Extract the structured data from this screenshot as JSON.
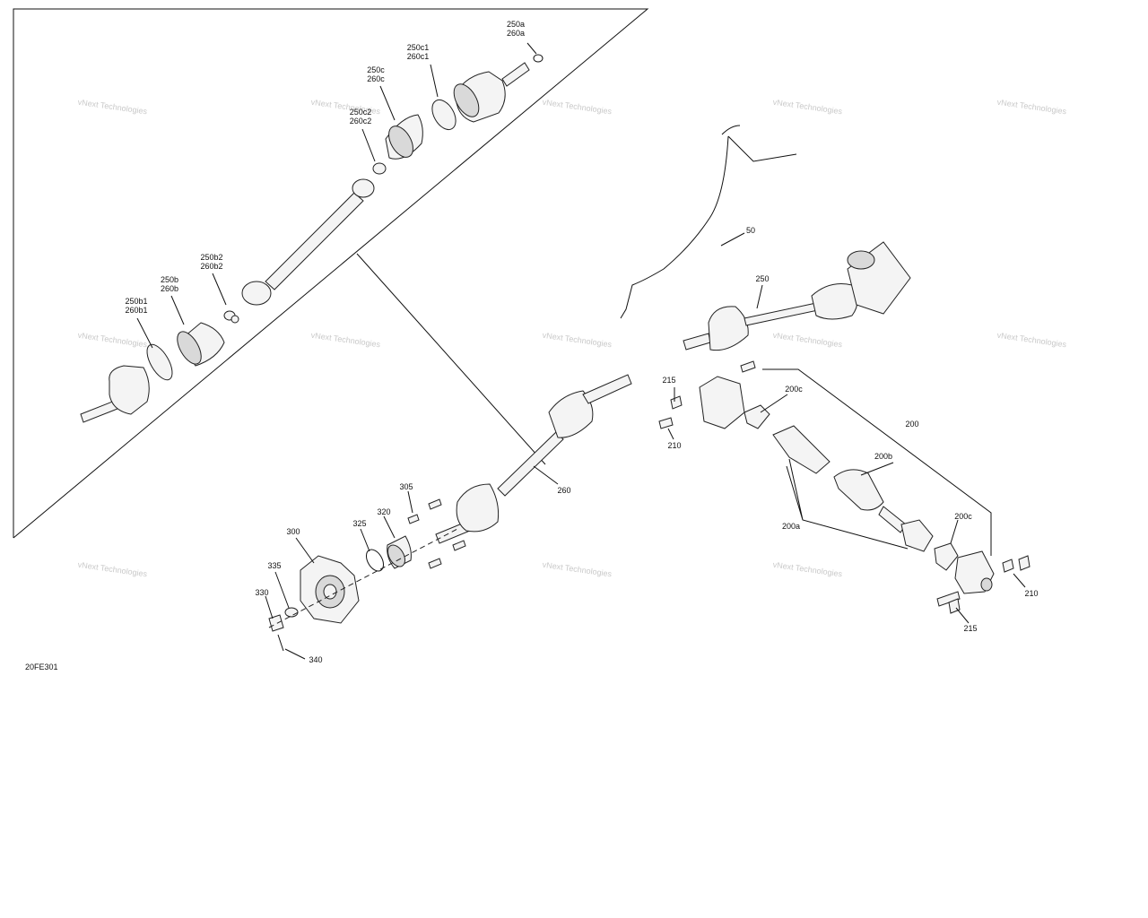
{
  "diagram_code": "20FE301",
  "watermark_text": "vNext Technologies",
  "callouts": [
    {
      "id": "c-250a",
      "lines": [
        "250a",
        "260a"
      ]
    },
    {
      "id": "c-250c1",
      "lines": [
        "250c1",
        "260c1"
      ]
    },
    {
      "id": "c-250c",
      "lines": [
        "250c",
        "260c"
      ]
    },
    {
      "id": "c-250c2",
      "lines": [
        "250c2",
        "260c2"
      ]
    },
    {
      "id": "c-250b2",
      "lines": [
        "250b2",
        "260b2"
      ]
    },
    {
      "id": "c-250b",
      "lines": [
        "250b",
        "260b"
      ]
    },
    {
      "id": "c-250b1",
      "lines": [
        "250b1",
        "260b1"
      ]
    },
    {
      "id": "c-50",
      "lines": [
        "50"
      ]
    },
    {
      "id": "c-250",
      "lines": [
        "250"
      ]
    },
    {
      "id": "c-215a",
      "lines": [
        "215"
      ]
    },
    {
      "id": "c-210a",
      "lines": [
        "210"
      ]
    },
    {
      "id": "c-200c-top",
      "lines": [
        "200c"
      ]
    },
    {
      "id": "c-200",
      "lines": [
        "200"
      ]
    },
    {
      "id": "c-200b",
      "lines": [
        "200b"
      ]
    },
    {
      "id": "c-200a",
      "lines": [
        "200a"
      ]
    },
    {
      "id": "c-200c-bottom",
      "lines": [
        "200c"
      ]
    },
    {
      "id": "c-210b",
      "lines": [
        "210"
      ]
    },
    {
      "id": "c-215b",
      "lines": [
        "215"
      ]
    },
    {
      "id": "c-260",
      "lines": [
        "260"
      ]
    },
    {
      "id": "c-305",
      "lines": [
        "305"
      ]
    },
    {
      "id": "c-320",
      "lines": [
        "320"
      ]
    },
    {
      "id": "c-325",
      "lines": [
        "325"
      ]
    },
    {
      "id": "c-300",
      "lines": [
        "300"
      ]
    },
    {
      "id": "c-335",
      "lines": [
        "335"
      ]
    },
    {
      "id": "c-330",
      "lines": [
        "330"
      ]
    },
    {
      "id": "c-340",
      "lines": [
        "340"
      ]
    }
  ]
}
